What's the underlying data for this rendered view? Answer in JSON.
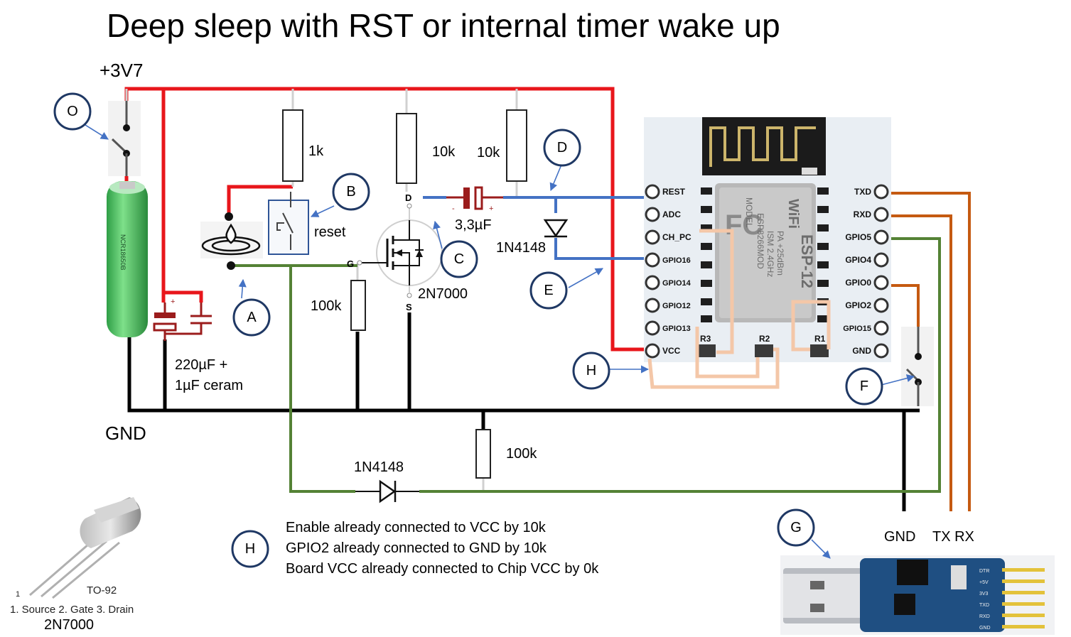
{
  "title": "Deep sleep with RST or internal timer wake up",
  "labels": {
    "supply": "+3V7",
    "gnd": "GND",
    "r_1k": "1k",
    "r_10k_a": "10k",
    "r_10k_b": "10k",
    "reset": "reset",
    "cap_3u3": "3,3µF",
    "diode_top": "1N4148",
    "mosfet": "2N7000",
    "r_100k_gate": "100k",
    "r_100k_bottom": "100k",
    "diode_bottom": "1N4148",
    "cap_line1": "220µF +",
    "cap_line2": "1µF ceram",
    "pin_d": "D",
    "pin_g": "G",
    "pin_s": "S",
    "usb_gnd": "GND",
    "usb_txrx": "TX RX"
  },
  "markers": {
    "o": "O",
    "a": "A",
    "b": "B",
    "c": "C",
    "d": "D",
    "e": "E",
    "f": "F",
    "g": "G",
    "h1": "H",
    "h2": "H"
  },
  "esp_left_pins": [
    "REST",
    "ADC",
    "CH_PC",
    "GPIO16",
    "GPIO14",
    "GPIO12",
    "GPIO13",
    "VCC"
  ],
  "esp_right_pins": [
    "TXD",
    "RXD",
    "GPIO5",
    "GPIO4",
    "GPIO0",
    "GPIO2",
    "GPIO15",
    "GND"
  ],
  "esp_module": {
    "brand": "WiFi",
    "model": "ESP-12",
    "line1": "MODEL",
    "line2": "ESP8266MOD",
    "line3": "ISM 2.4GHz",
    "line4": "PA +25dBm"
  },
  "esp_resistors": [
    "R3",
    "R2",
    "R1"
  ],
  "notes": [
    "Enable already connected to VCC by 10k",
    "GPIO2 already connected to GND by 10k",
    "Board VCC already connected to Chip VCC by 0k"
  ],
  "to92": {
    "name": "TO-92",
    "pins": "1. Source  2. Gate  3. Drain",
    "part": "2N7000",
    "pin1": "1"
  },
  "colors": {
    "vcc_wire": "#e8161b",
    "gnd_wire": "#000000",
    "gate_wire": "#548235",
    "signal_wire": "#4472c4",
    "uart_wire": "#c55a11",
    "jumper": "#f4c7a8",
    "marker": "#1f3864"
  }
}
